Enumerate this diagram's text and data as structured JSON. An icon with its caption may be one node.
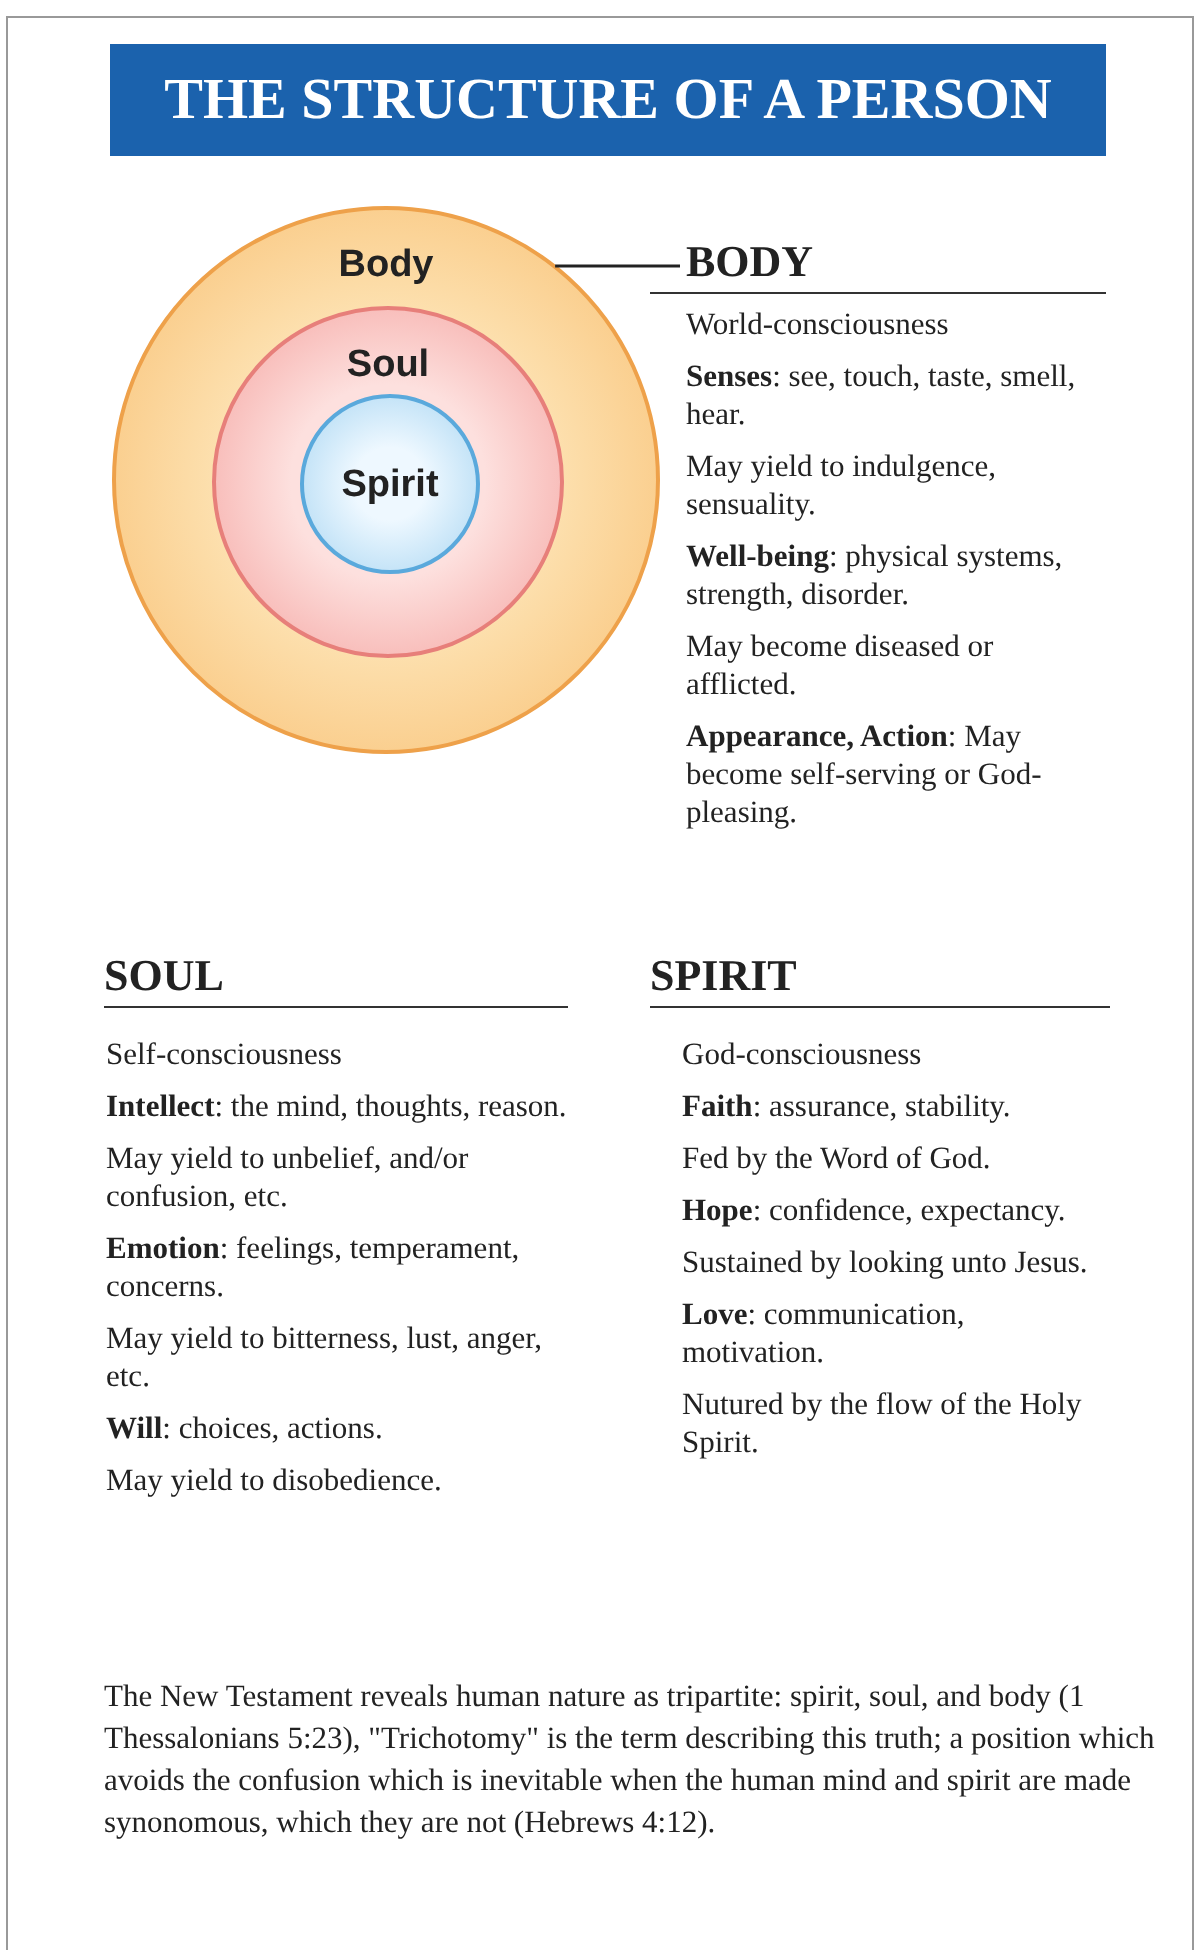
{
  "diagram": {
    "title": "THE STRUCTURE OF A PERSON",
    "caption": "The New Testament reveals human nature as tripartite: spirit, soul, and body (1 Thessalonians 5:23), \"Trichotomy\" is the term describing this truth; a position which avoids the confusion which is inevitable when the human mind and spirit are made synonomous, which they are not (Hebrews 4:12).",
    "nodes": [
      {
        "text": [
          "Body"
        ]
      },
      {
        "text": [
          "Soul"
        ],
        "in": 0
      },
      {
        "text": [
          "Spirit"
        ],
        "in": 1
      },
      {
        "text": [
          "BODY"
        ]
      }
    ],
    "edges": [
      {
        "from": 0,
        "to": 3,
        "arrow": "none"
      }
    ],
    "labels": [
      "World-consciousness",
      "**Senses**: see, touch, taste, smell, hear.",
      "May yield to indulgence, sensuality.",
      "**Well-being**: physical systems, strength, disorder.",
      "May become diseased or afflicted.",
      "**Appearance, Action**: May become self-serving or God-pleasing.",
      "SOUL",
      "Self-consciousness",
      "**Intellect**: the mind, thoughts, reason.",
      "May yield to unbelief, and/or confusion, etc.",
      "**Emotion**: feelings, temperament, concerns.",
      "May yield to bitterness, lust, anger, etc.",
      "**Will**: choices, actions.",
      "May yield to disobedience.",
      "SPIRIT",
      "God-consciousness",
      "**Faith**: assurance, stability.",
      "Fed by the Word of God.",
      "**Hope**: confidence, expectancy.",
      "Sustained by looking unto Jesus.",
      "**Love**: communication, motivation.",
      "Nutured by the flow of the Holy Spirit."
    ]
  }
}
